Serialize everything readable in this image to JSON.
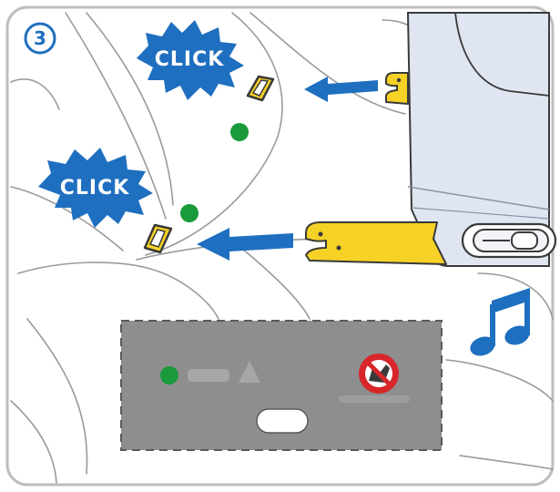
{
  "step": {
    "number": "3"
  },
  "callouts": [
    {
      "label": "CLICK"
    },
    {
      "label": "CLICK"
    }
  ],
  "indicators": {
    "latch_indicators": [
      "green",
      "green"
    ],
    "panel_status": "green"
  },
  "icons": {
    "sound": "music-note-icon",
    "warning": "no-child-seat-icon",
    "arrows": "arrow-left-icon"
  },
  "colors": {
    "outline": "#1f6fc0",
    "arrow": "#1f6fc0",
    "burst": "#1f6fc0",
    "connector": "#f6d226",
    "connector_stroke": "#3a3a3a",
    "indicator_green": "#1a9a3a",
    "panel_bg": "#8e8e8e",
    "warning_red": "#d8262a",
    "base_body": "#dfe6f2"
  }
}
